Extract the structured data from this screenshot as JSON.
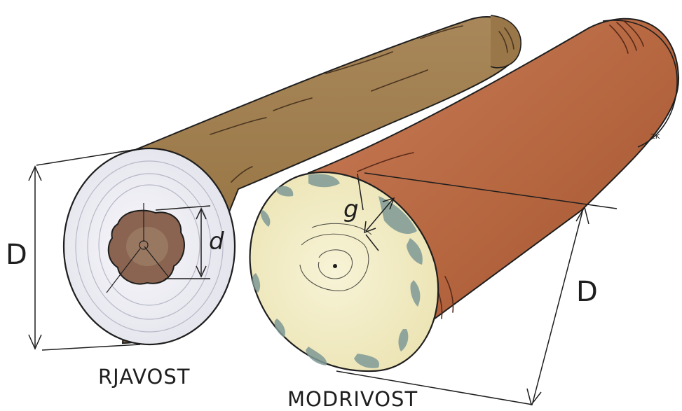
{
  "labels": {
    "left_caption": "RJAVOST",
    "right_caption": "MODRIVOST",
    "left_diameter": "D",
    "left_inner_diameter": "d",
    "right_diameter": "D",
    "blue_stain_depth": "g",
    "signature": "ZK"
  },
  "colors": {
    "left_log_bark": "#9c7a4a",
    "right_log_bark": "#b5663f",
    "left_face": "#eeeef4",
    "brown_rot": "#8a6450",
    "right_face": "#f1ecc6",
    "blue_stain": "#7f9a96"
  }
}
